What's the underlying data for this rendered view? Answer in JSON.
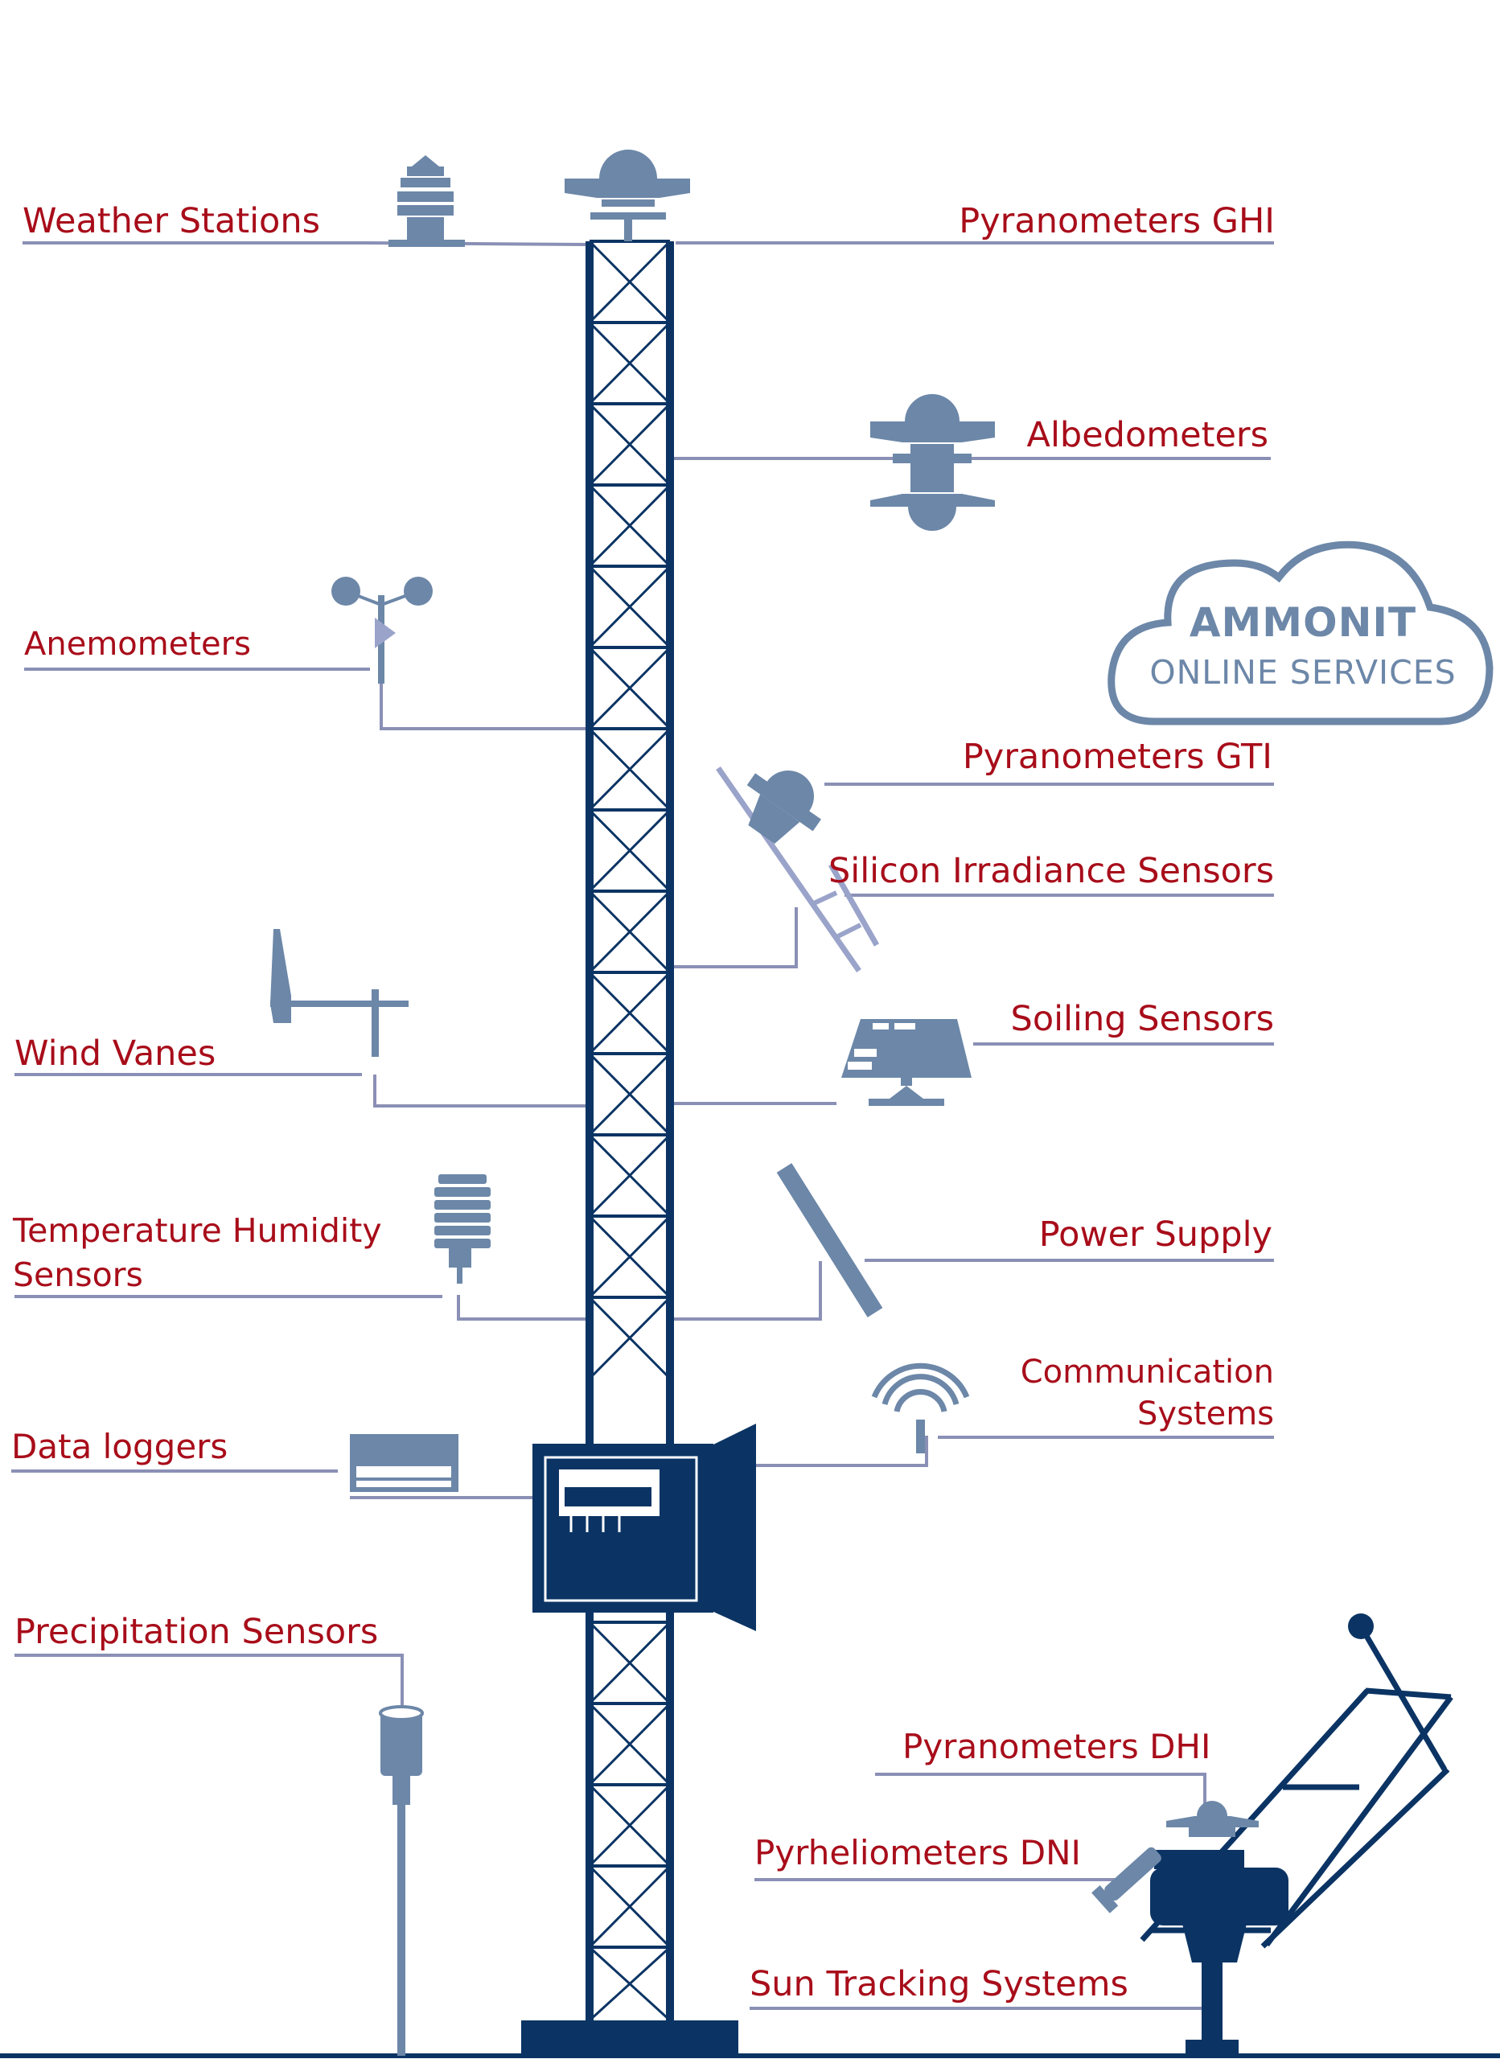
{
  "colors": {
    "label_text": "#a80d1a",
    "tower": "#0b3464",
    "sensor": "#6c87a8",
    "lead_line": "#8a90b5",
    "cloud": "#6c87a8"
  },
  "labels_left": {
    "weather_stations": "Weather Stations",
    "anemometers": "Anemometers",
    "wind_vanes": "Wind Vanes",
    "temperature_humidity": "Temperature Humidity\nSensors",
    "data_loggers": "Data loggers",
    "precipitation_sensors": "Precipitation Sensors"
  },
  "labels_right": {
    "pyranometers_ghi": "Pyranometers GHI",
    "albedometers": "Albedometers",
    "pyranometers_gti": "Pyranometers GTI",
    "silicon_irradiance": "Silicon Irradiance Sensors",
    "soiling_sensors": "Soiling Sensors",
    "power_supply": "Power Supply",
    "communication_systems": "Communication\nSystems"
  },
  "labels_tracker": {
    "pyranometers_dhi": "Pyranometers DHI",
    "pyrheliometers_dni": "Pyrheliometers DNI",
    "sun_tracking_systems": "Sun Tracking Systems"
  },
  "cloud": {
    "brand": "AMMONIT",
    "service": "ONLINE SERVICES"
  },
  "icons": [
    "weather-station-icon",
    "pyranometer-icon",
    "albedometer-icon",
    "anemometer-icon",
    "tilted-pyranometer-icon",
    "wind-vane-icon",
    "solar-panel-icon",
    "temperature-humidity-icon",
    "pv-module-icon",
    "antenna-icon",
    "data-logger-icon",
    "logger-cabinet-icon",
    "rain-gauge-icon",
    "sun-tracker-icon",
    "cloud-icon"
  ]
}
